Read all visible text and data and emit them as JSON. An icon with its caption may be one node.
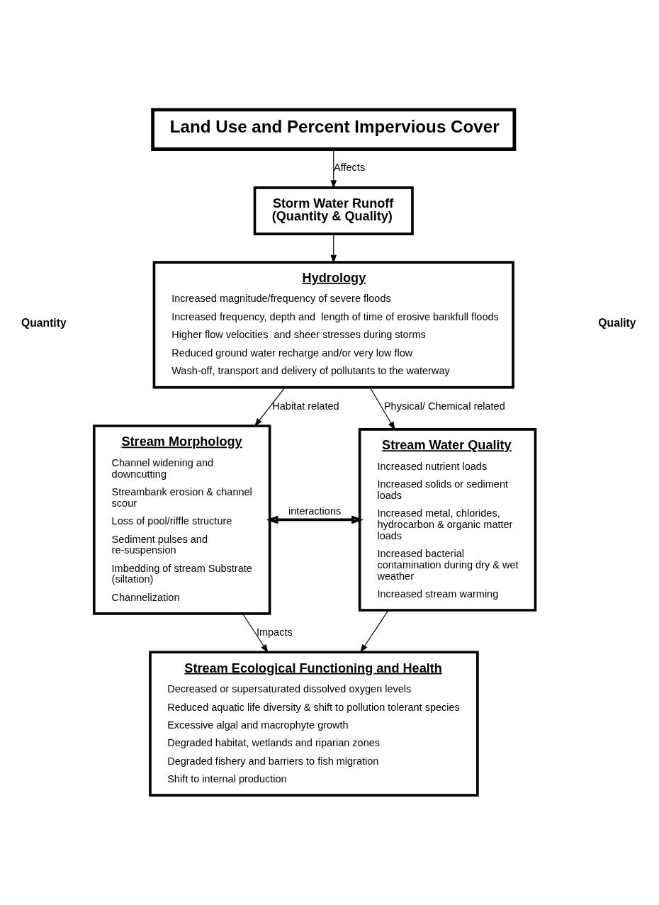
{
  "diagram": {
    "nodes": [
      {
        "text": [
          "Land Use and Percent Impervious Cover"
        ]
      },
      {
        "text": [
          "Storm Water Runoff (Quantity & Quality)"
        ]
      },
      {
        "text": [
          "Hydrology",
          "Increased magnitude/frequency of severe floods",
          "Increased frequency, depth and  length of time of erosive bankfull floods",
          "Higher flow velocities  and sheer stresses during storms",
          "Reduced ground water recharge and/or very low flow",
          "Wash-off, transport and delivery of pollutants to the waterway"
        ]
      },
      {
        "text": [
          "Stream Morphology",
          "Channel widening and downcutting",
          "Streambank erosion & channel scour",
          "Loss of pool/riffle structure",
          "Sediment pulses and re-suspension",
          "Imbedding of stream Substrate (siltation)",
          "Channelization"
        ]
      },
      {
        "text": [
          "Stream Water Quality",
          "Increased nutrient loads",
          "Increased solids or sediment  loads",
          "Increased metal, chlorides, hydrocarbon & organic matter loads",
          "Increased bacterial contamination during dry & wet weather",
          "Increased stream warming"
        ]
      },
      {
        "text": [
          "Stream Ecological Functioning and Health",
          "Decreased or supersaturated dissolved oxygen levels",
          "Reduced aquatic life diversity & shift to pollution tolerant species",
          "Excessive algal and macrophyte growth",
          "Degraded habitat, wetlands and riparian zones",
          "Degraded fishery and barriers to fish migration",
          "Shift to internal production"
        ]
      }
    ],
    "edges": [
      {
        "from": 0,
        "to": 1,
        "arrow": "to",
        "label": "Affects"
      },
      {
        "from": 1,
        "to": 2,
        "arrow": "to"
      },
      {
        "from": 2,
        "to": 3,
        "arrow": "to",
        "label": "Habitat related"
      },
      {
        "from": 2,
        "to": 4,
        "arrow": "to",
        "label": "Physical/ Chemical related"
      },
      {
        "from": 3,
        "to": 4,
        "arrow": "both",
        "label": "interactions",
        "style": "thick"
      },
      {
        "from": 3,
        "to": 5,
        "arrow": "to",
        "label": "Impacts"
      },
      {
        "from": 4,
        "to": 5,
        "arrow": "to"
      }
    ],
    "labels": [
      "Quantity",
      "Quality"
    ]
  }
}
